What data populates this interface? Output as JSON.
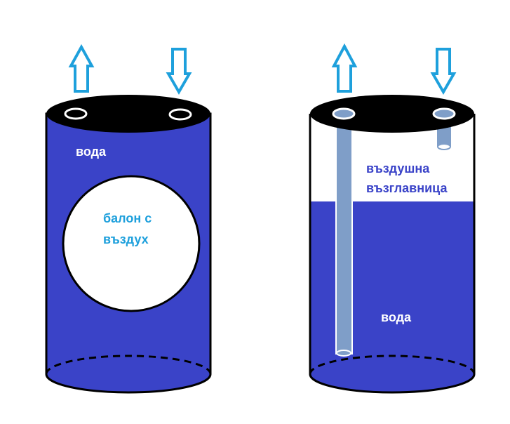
{
  "colors": {
    "water": "#3a43c8",
    "outline": "#000000",
    "tube": "#7f9ec8",
    "arrow": "#1ea0dc",
    "label_on_water": "#ffffff",
    "label_balloon": "#1ea0dc",
    "label_air": "#3a43c8",
    "label_water_right": "#ffffff"
  },
  "icons": {
    "left_outflow": "arrow-up-icon",
    "left_inflow": "arrow-down-icon",
    "right_outflow": "arrow-up-icon",
    "right_inflow": "arrow-down-icon"
  },
  "left_tank": {
    "water_label": "вода",
    "balloon_label_line1": "балон с",
    "balloon_label_line2": "въздух"
  },
  "right_tank": {
    "air_label_line1": "въздушна",
    "air_label_line2": "възглавница",
    "water_label": "вода"
  }
}
